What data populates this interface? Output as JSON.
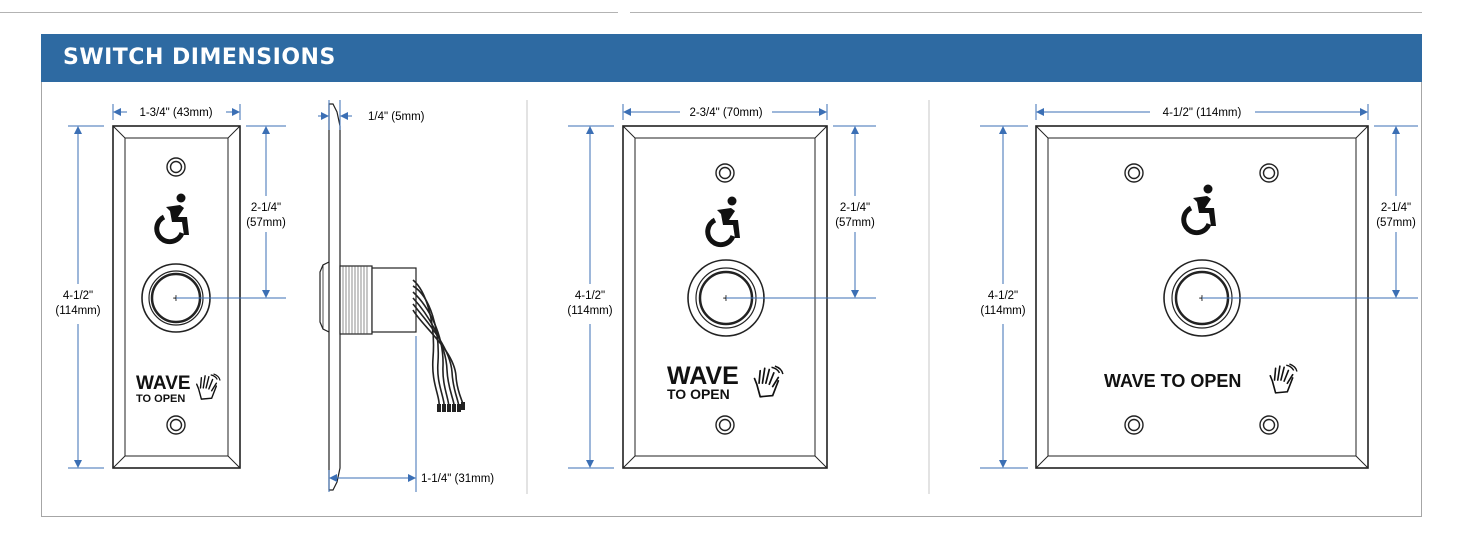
{
  "section_title": "SWITCH DIMENSIONS",
  "colors": {
    "header_bg": "#2e6aa2",
    "dim_line": "#3b6fb5",
    "plate_stroke": "#222222"
  },
  "views": {
    "narrow": {
      "width_dim": "1-3/4\" (43mm)",
      "height_dim_a": "4-1/2\"",
      "height_dim_b": "(114mm)",
      "button_offset_a": "2-1/4\"",
      "button_offset_b": "(57mm)",
      "text_line1": "WAVE",
      "text_line2": "TO OPEN"
    },
    "side": {
      "plate_thickness_dim": "1/4\" (5mm)",
      "depth_dim": "1-1/4\" (31mm)"
    },
    "single_gang": {
      "width_dim": "2-3/4\" (70mm)",
      "height_dim_a": "4-1/2\"",
      "height_dim_b": "(114mm)",
      "button_offset_a": "2-1/4\"",
      "button_offset_b": "(57mm)",
      "text_line1": "WAVE",
      "text_line2": "TO OPEN"
    },
    "double_gang": {
      "width_dim": "4-1/2\" (114mm)",
      "height_dim_a": "4-1/2\"",
      "height_dim_b": "(114mm)",
      "button_offset_a": "2-1/4\"",
      "button_offset_b": "(57mm)",
      "text_line1": "WAVE TO OPEN"
    }
  }
}
